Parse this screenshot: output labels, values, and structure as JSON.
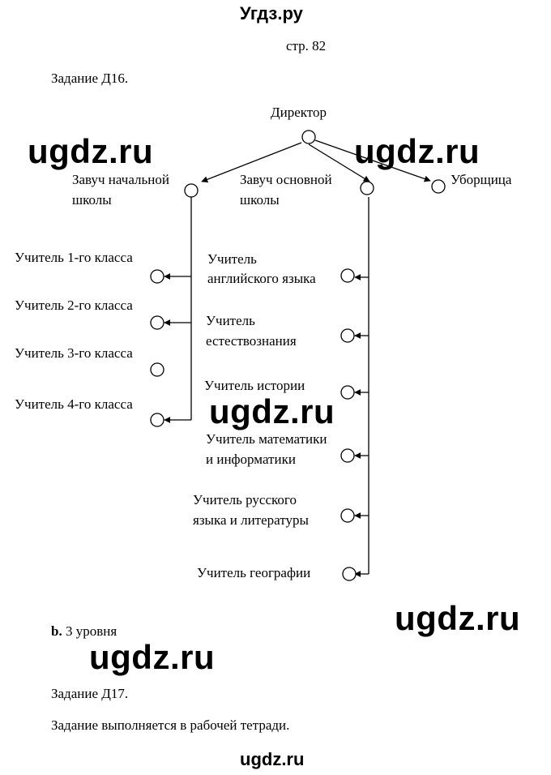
{
  "header": {
    "site_title": "Угдз.ру",
    "page_ref": "стр. 82"
  },
  "task_d16": "Задание Д16.",
  "diagram": {
    "director": "Директор",
    "deputy_primary_l1": "Завуч начальной",
    "deputy_primary_l2": "школы",
    "deputy_main_l1": "Завуч основной",
    "deputy_main_l2": "школы",
    "cleaner": "Уборщица",
    "primary_teachers": [
      "Учитель 1-го класса",
      "Учитель 2-го класса",
      "Учитель 3-го класса",
      "Учитель 4-го класса"
    ],
    "english_l1": "Учитель",
    "english_l2": "английского языка",
    "science_l1": "Учитель",
    "science_l2": "естествознания",
    "history": "Учитель истории",
    "math_l1": "Учитель математики",
    "math_l2": "и информатики",
    "russian_l1": "Учитель русского",
    "russian_l2": "языка и литературы",
    "geography": "Учитель географии"
  },
  "answer": {
    "letter": "b.",
    "text": "3 уровня"
  },
  "task_d17": "Задание Д17.",
  "task_d17_text": "Задание выполняется в рабочей тетради.",
  "watermarks": [
    "ugdz.ru",
    "ugdz.ru",
    "ugdz.ru",
    "ugdz.ru",
    "ugdz.ru"
  ],
  "footer": "ugdz.ru"
}
